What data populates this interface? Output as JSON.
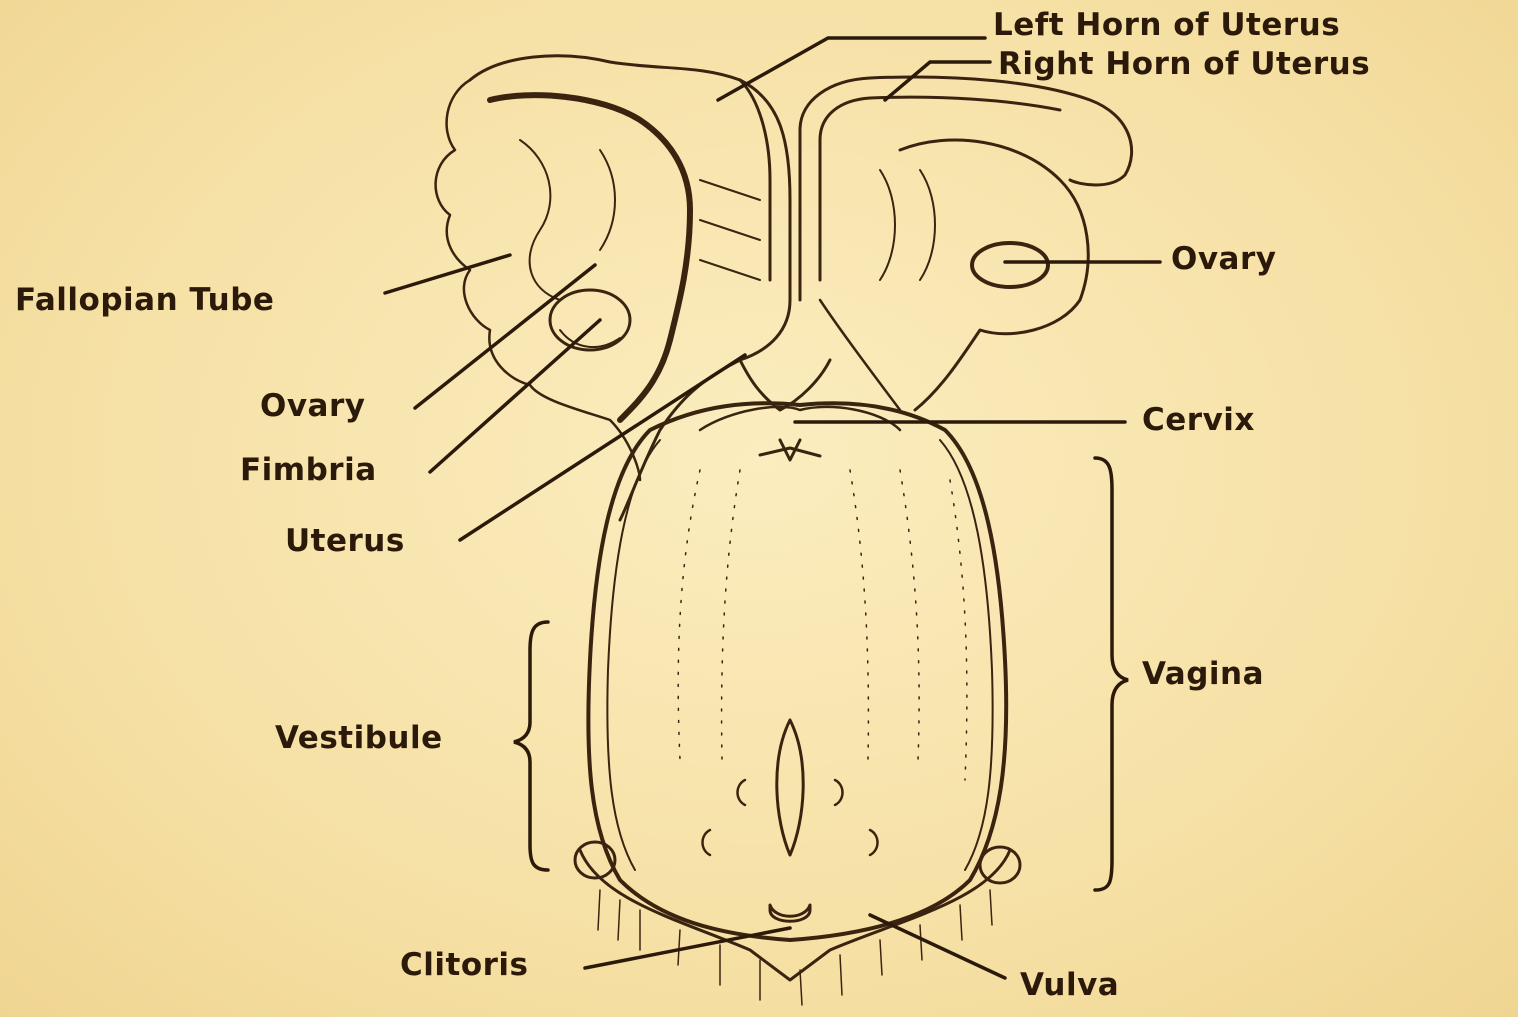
{
  "labels": {
    "left_horn": "Left Horn of Uterus",
    "right_horn": "Right Horn of Uterus",
    "ovary_right": "Ovary",
    "fallopian_tube": "Fallopian Tube",
    "ovary_left": "Ovary",
    "fimbria": "Fimbria",
    "cervix": "Cervix",
    "uterus": "Uterus",
    "vagina": "Vagina",
    "vestibule": "Vestibule",
    "clitoris": "Clitoris",
    "vulva": "Vulva"
  },
  "colors": {
    "background": "#f7e3a8",
    "ink": "#3a2410",
    "text": "#2b1a0a"
  }
}
